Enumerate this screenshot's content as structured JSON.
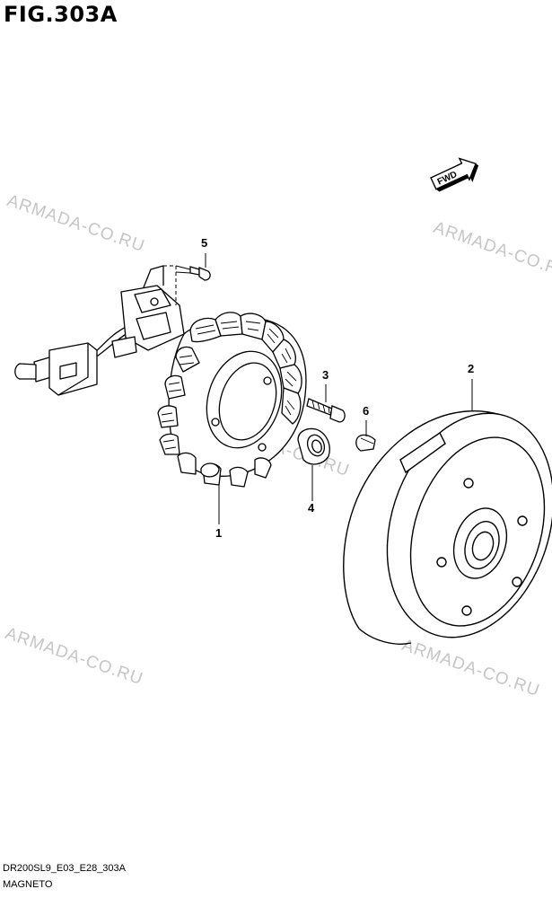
{
  "figure_title": "FIG.303A",
  "watermark_text": "ARMADA-CO.RU",
  "direction_label": "FWD",
  "callouts": [
    "1",
    "2",
    "3",
    "4",
    "5",
    "6"
  ],
  "footer": {
    "code": "DR200SL9_E03_E28_303A",
    "name": "MAGNETO"
  }
}
